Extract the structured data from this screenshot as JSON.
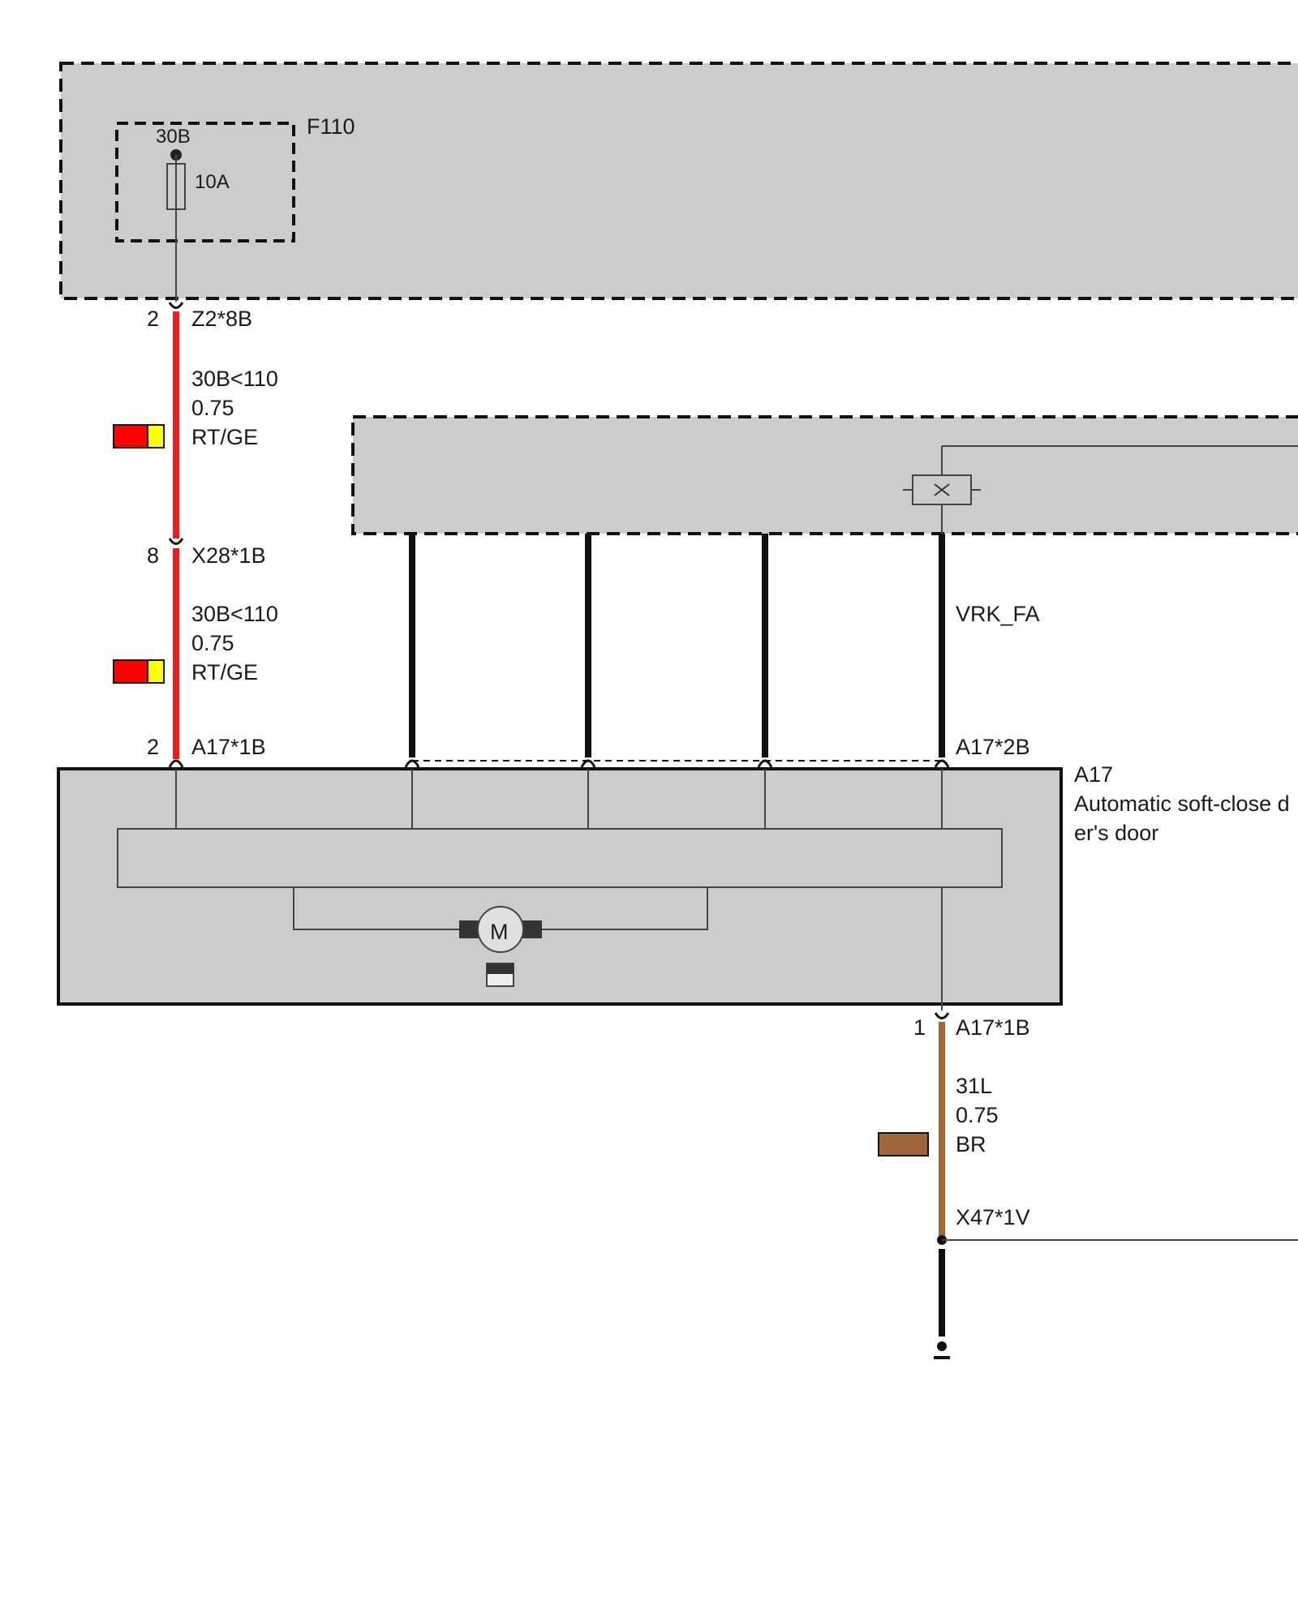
{
  "fuse_box": {
    "name": "F110",
    "terminal": "30B",
    "rating": "10A"
  },
  "wire_1": {
    "pin_top": "2",
    "connector_top": "Z2*8B",
    "signal": "30B<110",
    "cross_section": "0.75",
    "color_code": "RT/GE",
    "swatch_colors": [
      "#ff0000",
      "#ffff00"
    ]
  },
  "wire_2": {
    "pin_top": "8",
    "connector_top": "X28*1B",
    "signal": "30B<110",
    "cross_section": "0.75",
    "color_code": "RT/GE",
    "swatch_colors": [
      "#ff0000",
      "#ffff00"
    ],
    "pin_bottom": "2",
    "connector_bottom": "A17*1B"
  },
  "bus": {
    "line_label": "VRK_FA",
    "connector": "A17*2B"
  },
  "component": {
    "id": "A17",
    "description_line1": "Automatic soft-close d",
    "description_line2": "er's door",
    "motor_symbol": "M"
  },
  "ground_wire": {
    "pin": "1",
    "connector": "A17*1B",
    "signal": "31L",
    "cross_section": "0.75",
    "color_code": "BR",
    "swatch_color": "#a0673a",
    "splice": "X47*1V"
  },
  "colors": {
    "module_fill": "#cccccc",
    "wire_red": "#ee1c1c",
    "wire_brown": "#a0673a",
    "wire_black": "#111111"
  }
}
